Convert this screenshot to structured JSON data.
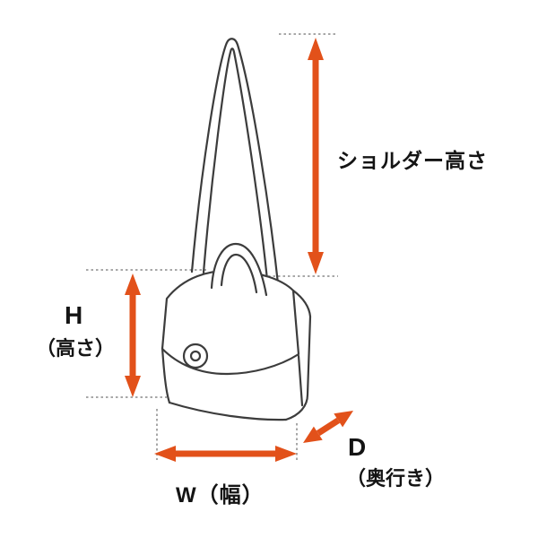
{
  "diagram": {
    "labels": {
      "shoulder_height": "ショルダー高さ",
      "height_letter": "H",
      "height_paren": "（高さ）",
      "width": "W（幅）",
      "depth_letter": "D",
      "depth_paren": "（奥行き）"
    },
    "colors": {
      "arrow": "#e2511a",
      "outline": "#3c3c3c",
      "dotted": "#8a8a8a",
      "background": "#ffffff"
    }
  }
}
